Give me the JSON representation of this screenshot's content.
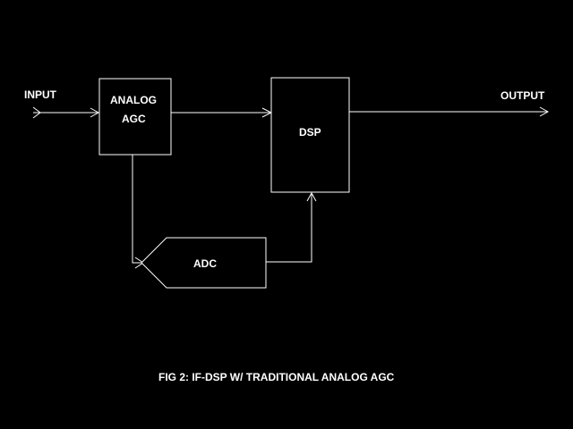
{
  "diagram": {
    "colors": {
      "background": "#000000",
      "stroke": "#ffffff",
      "text": "#ffffff"
    },
    "labels": {
      "input": "INPUT",
      "output": "OUTPUT",
      "analog_agc_line1": "ANALOG",
      "analog_agc_line2": "AGC",
      "dsp": "DSP",
      "adc": "ADC"
    },
    "caption": "FIG 2: IF-DSP W/ TRADITIONAL ANALOG AGC"
  }
}
